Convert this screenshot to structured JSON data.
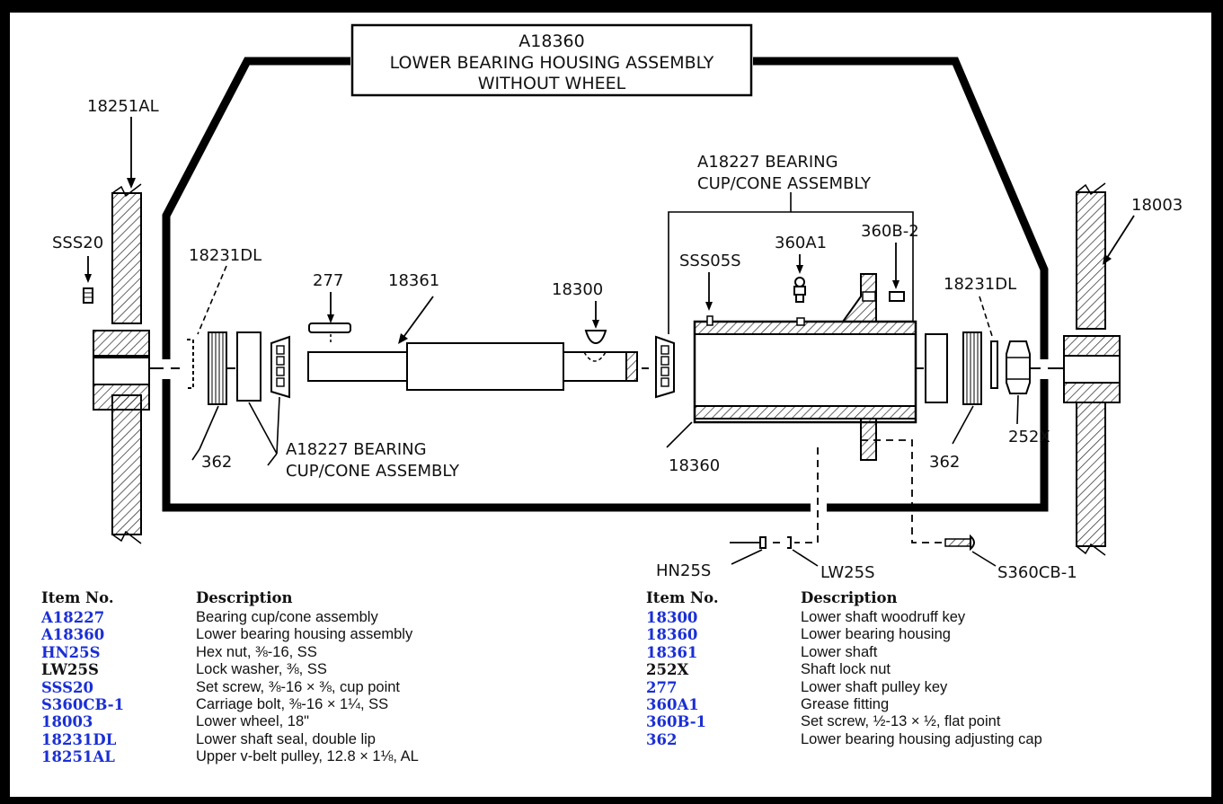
{
  "title": {
    "part_no": "A18360",
    "line1": "LOWER BEARING HOUSING ASSEMBLY",
    "line2": "WITHOUT WHEEL"
  },
  "callouts": {
    "pulley": "18251AL",
    "wheel": "18003",
    "setscrew_left": "SSS20",
    "seal_left": "18231DL",
    "key_277": "277",
    "shaft": "18361",
    "woodruff": "18300",
    "bearing_top_1": "A18227 BEARING",
    "bearing_top_2": "CUP/CONE ASSEMBLY",
    "bearing_bot_1": "A18227 BEARING",
    "bearing_bot_2": "CUP/CONE ASSEMBLY",
    "setscrew_sss05s": "SSS05S",
    "grease": "360A1",
    "setscrew_360b2": "360B-2",
    "seal_right": "18231DL",
    "cap_left": "362",
    "cap_right": "362",
    "housing": "18360",
    "locknut": "252X",
    "hexnut": "HN25S",
    "lockwasher": "LW25S",
    "carriage_bolt": "S360CB-1"
  },
  "parts_table": {
    "header_item": "Item No.",
    "header_desc": "Description",
    "left": [
      {
        "item": "A18227",
        "desc": "Bearing cup/cone assembly",
        "link": true
      },
      {
        "item": "A18360",
        "desc": "Lower bearing housing assembly",
        "link": true
      },
      {
        "item": "HN25S",
        "desc": "Hex nut, ⅜-16, SS",
        "link": true
      },
      {
        "item": "LW25S",
        "desc": "Lock washer, ⅜, SS",
        "link": false
      },
      {
        "item": "SSS20",
        "desc": "Set screw, ⅜-16 × ⅜, cup point",
        "link": true
      },
      {
        "item": "S360CB-1",
        "desc": "Carriage bolt, ⅜-16 × 1¼, SS",
        "link": true
      },
      {
        "item": "18003",
        "desc": "Lower wheel, 18\"",
        "link": true
      },
      {
        "item": "18231DL",
        "desc": "Lower shaft seal, double lip",
        "link": true
      },
      {
        "item": "18251AL",
        "desc": "Upper v-belt pulley, 12.8 × 1⅛, AL",
        "link": true
      }
    ],
    "right": [
      {
        "item": "18300",
        "desc": "Lower shaft woodruff key",
        "link": true
      },
      {
        "item": "18360",
        "desc": "Lower bearing housing",
        "link": true
      },
      {
        "item": "18361",
        "desc": "Lower shaft",
        "link": true
      },
      {
        "item": "252X",
        "desc": "Shaft lock nut",
        "link": false
      },
      {
        "item": "277",
        "desc": "Lower shaft pulley key",
        "link": true
      },
      {
        "item": "360A1",
        "desc": "Grease fitting",
        "link": true
      },
      {
        "item": "360B-1",
        "desc": "Set screw, ½-13 × ½, flat point",
        "link": true
      },
      {
        "item": "362",
        "desc": "Lower bearing housing adjusting cap",
        "link": true
      }
    ]
  },
  "colors": {
    "link": "#1a2fd6",
    "frame": "#000000"
  }
}
